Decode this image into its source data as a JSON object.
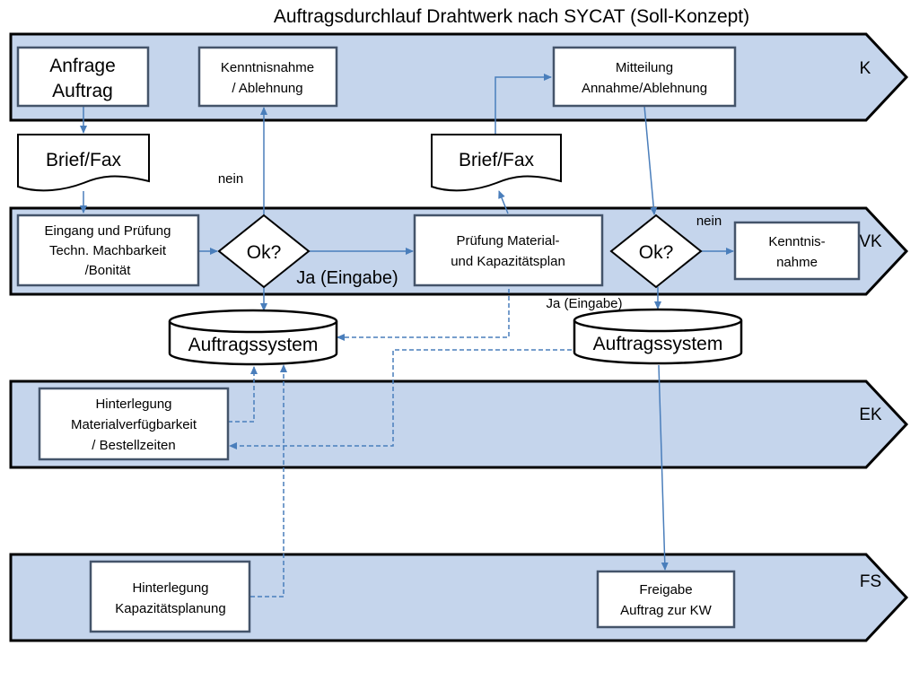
{
  "title": "Auftragsdurchlauf Drahtwerk nach SYCAT (Soll-Konzept)",
  "lanes": {
    "k": "K",
    "vk": "VK",
    "ek": "EK",
    "fs": "FS"
  },
  "nodes": {
    "anfrage": [
      "Anfrage",
      "Auftrag"
    ],
    "kenntnisnahme_ablehnung": [
      "Kenntnisnahme",
      "/ Ablehnung"
    ],
    "mitteilung": [
      "Mitteilung",
      "Annahme/Ablehnung"
    ],
    "brief_fax_1": "Brief/Fax",
    "brief_fax_2": "Brief/Fax",
    "eingang": [
      "Eingang und Prüfung",
      "Techn. Machbarkeit",
      "/Bonität"
    ],
    "ok_1": "Ok?",
    "pruefung": [
      "Prüfung Material-",
      "und Kapazitätsplan"
    ],
    "ok_2": "Ok?",
    "kenntnisnahme": [
      "Kenntnis-",
      "nahme"
    ],
    "auftragssystem_1": "Auftragssystem",
    "auftragssystem_2": "Auftragssystem",
    "hinterlegung_material": [
      "Hinterlegung",
      "Materialverfügbarkeit",
      "/ Bestellzeiten"
    ],
    "hinterlegung_kapazitaet": [
      "Hinterlegung",
      "Kapazitätsplanung"
    ],
    "freigabe": [
      "Freigabe",
      "Auftrag zur KW"
    ]
  },
  "labels": {
    "nein_1": "nein",
    "nein_2": "nein",
    "ja_eingabe_1": "Ja (Eingabe)",
    "ja_eingabe_2": "Ja (Eingabe)"
  },
  "colors": {
    "lane_fill": "#c5d5ec",
    "box_border": "#44546a",
    "arrow": "#4a7ebb"
  }
}
